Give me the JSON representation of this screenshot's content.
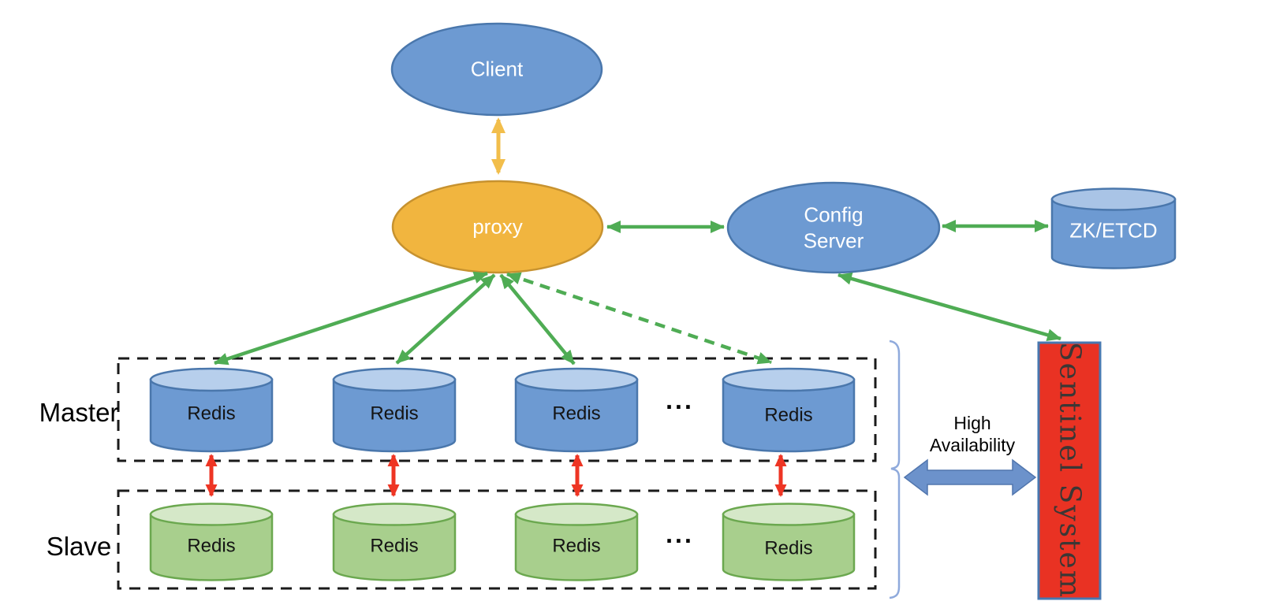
{
  "nodes": {
    "client": {
      "label": "Client"
    },
    "proxy": {
      "label": "proxy"
    },
    "config_server": {
      "label": "Config Server"
    },
    "zk_etcd": {
      "label": "ZK/ETCD"
    },
    "sentinel": {
      "label": "Sentinel System"
    }
  },
  "groups": {
    "master": {
      "label": "Master",
      "nodes": [
        "Redis",
        "Redis",
        "Redis",
        "Redis"
      ],
      "ellipsis": "..."
    },
    "slave": {
      "label": "Slave",
      "nodes": [
        "Redis",
        "Redis",
        "Redis",
        "Redis"
      ],
      "ellipsis": "..."
    }
  },
  "annotations": {
    "high_availability": "High Availability"
  },
  "edges": [
    {
      "from": "client",
      "to": "proxy",
      "color": "yellow",
      "style": "solid",
      "bidirectional": true
    },
    {
      "from": "proxy",
      "to": "config_server",
      "color": "green",
      "style": "solid",
      "bidirectional": true
    },
    {
      "from": "config_server",
      "to": "zk_etcd",
      "color": "green",
      "style": "solid",
      "bidirectional": true
    },
    {
      "from": "config_server",
      "to": "sentinel",
      "color": "green",
      "style": "solid",
      "bidirectional": true
    },
    {
      "from": "proxy",
      "to": "master.redis.0",
      "color": "green",
      "style": "solid",
      "bidirectional": true
    },
    {
      "from": "proxy",
      "to": "master.redis.1",
      "color": "green",
      "style": "solid",
      "bidirectional": true
    },
    {
      "from": "proxy",
      "to": "master.redis.2",
      "color": "green",
      "style": "solid",
      "bidirectional": true
    },
    {
      "from": "proxy",
      "to": "master.redis.3",
      "color": "green",
      "style": "dashed",
      "bidirectional": true
    },
    {
      "from": "master.redis.0",
      "to": "slave.redis.0",
      "color": "red",
      "style": "solid",
      "bidirectional": true
    },
    {
      "from": "master.redis.1",
      "to": "slave.redis.1",
      "color": "red",
      "style": "solid",
      "bidirectional": true
    },
    {
      "from": "master.redis.2",
      "to": "slave.redis.2",
      "color": "red",
      "style": "solid",
      "bidirectional": true
    },
    {
      "from": "master.redis.3",
      "to": "slave.redis.3",
      "color": "red",
      "style": "solid",
      "bidirectional": true
    },
    {
      "from": "master_slave_group",
      "to": "sentinel",
      "color": "blue",
      "style": "block-arrow",
      "bidirectional": true,
      "label": "High Availability"
    }
  ],
  "colors": {
    "node_blue": "#6D9AD2",
    "node_blue_top": "#B7CFEC",
    "node_border_blue": "#4A77AC",
    "proxy_orange": "#F1B53F",
    "proxy_border": "#C7922F",
    "slave_green": "#A8CF8D",
    "slave_green_top": "#D5E8C8",
    "slave_border": "#6BA84F",
    "arrow_green": "#4FAC54",
    "arrow_yellow": "#F2BE4B",
    "arrow_red": "#EE3524",
    "sentinel_red": "#E93223",
    "sentinel_border": "#4878B0",
    "block_arrow_blue": "#6C92CB",
    "brace_blue": "#8FAADC"
  }
}
